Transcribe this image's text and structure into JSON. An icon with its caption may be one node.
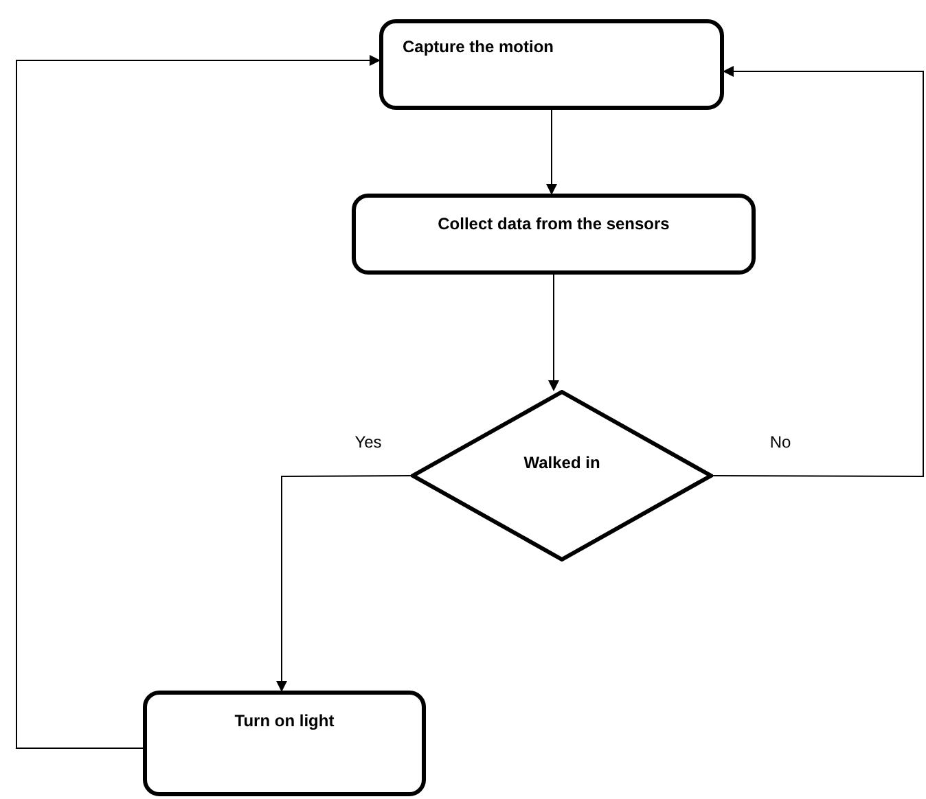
{
  "diagram": {
    "nodes": [
      {
        "text": [
          "Capture the motion"
        ]
      },
      {
        "text": [
          "Collect data from the sensors"
        ]
      },
      {
        "text": [
          "Walked in"
        ]
      },
      {
        "text": [
          "Turn on light"
        ]
      }
    ],
    "edges": [
      {
        "from": 0,
        "to": 1,
        "arrow": "to"
      },
      {
        "from": 1,
        "to": 2,
        "arrow": "to"
      },
      {
        "from": 2,
        "to": 3,
        "label": "Yes",
        "arrow": "to"
      },
      {
        "from": 2,
        "to": 0,
        "label": "No",
        "arrow": "to"
      },
      {
        "from": 3,
        "to": 0,
        "arrow": "to"
      }
    ]
  }
}
